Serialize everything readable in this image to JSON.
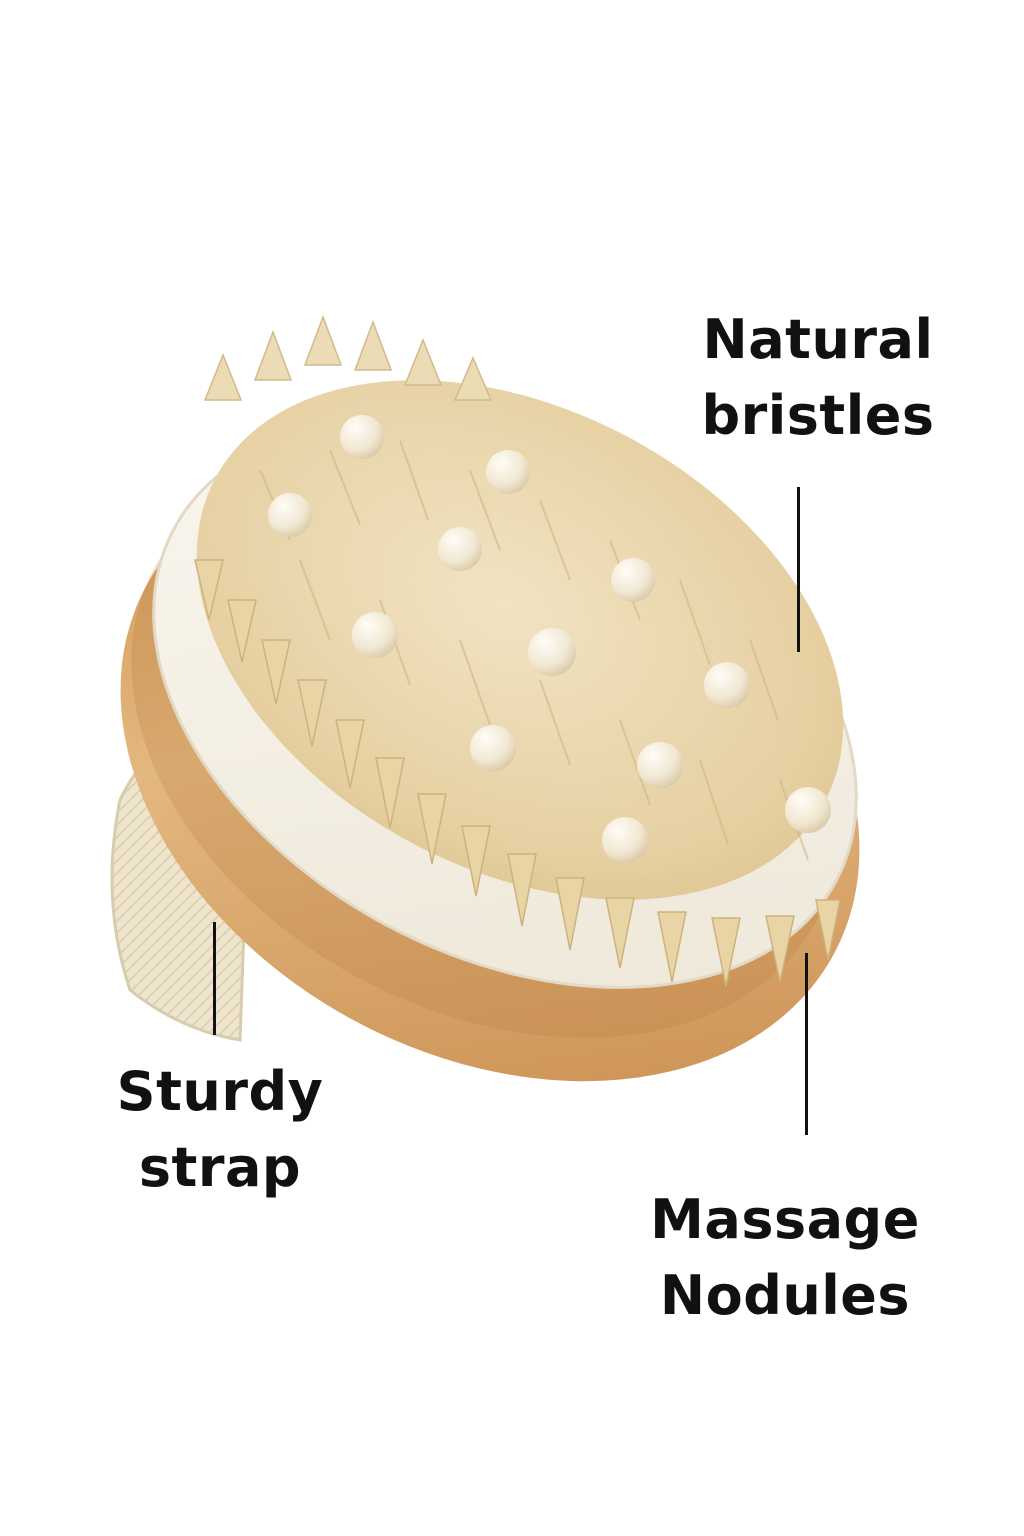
{
  "callouts": {
    "bristles": {
      "line1": "Natural",
      "line2": "bristles"
    },
    "strap": {
      "line1": "Sturdy",
      "line2": "strap"
    },
    "nodules": {
      "line1": "Massage",
      "line2": "Nodules"
    }
  },
  "colors": {
    "background": "#ffffff",
    "text": "#111111",
    "wood": "#d9a667",
    "pad": "#f6f1e6",
    "bristle": "#ead7ae",
    "nodule": "#f3ead8",
    "strap": "#efe6d2"
  }
}
